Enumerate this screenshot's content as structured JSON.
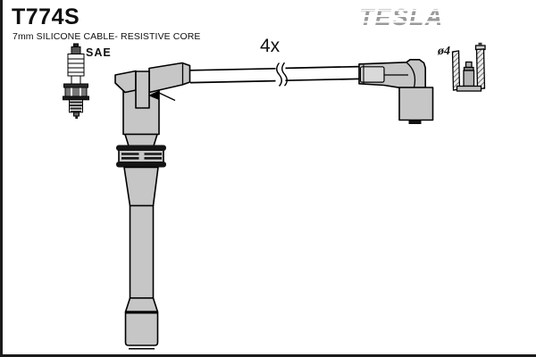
{
  "page": {
    "background": "#ffffff",
    "frame_color": "#1b1b1b"
  },
  "header": {
    "part_number": "T774S",
    "subtitle": "7mm SILICONE CABLE- RESISTIVE CORE"
  },
  "brand": {
    "name": "TESLA",
    "color": "#9a9a9a"
  },
  "annotations": {
    "quantity": "4x",
    "terminal_standard": "SAE",
    "terminal_diameter": "ø4"
  },
  "diagram": {
    "boot_fill": "#c6c6c6",
    "inset_fill": "#d9d9d9",
    "outline_color": "#000000",
    "icons": [
      "spark-plug-icon",
      "terminal-cross-section-icon"
    ],
    "parts": [
      "spark-plug-boot",
      "ignition-cable",
      "distributor-boot"
    ]
  }
}
